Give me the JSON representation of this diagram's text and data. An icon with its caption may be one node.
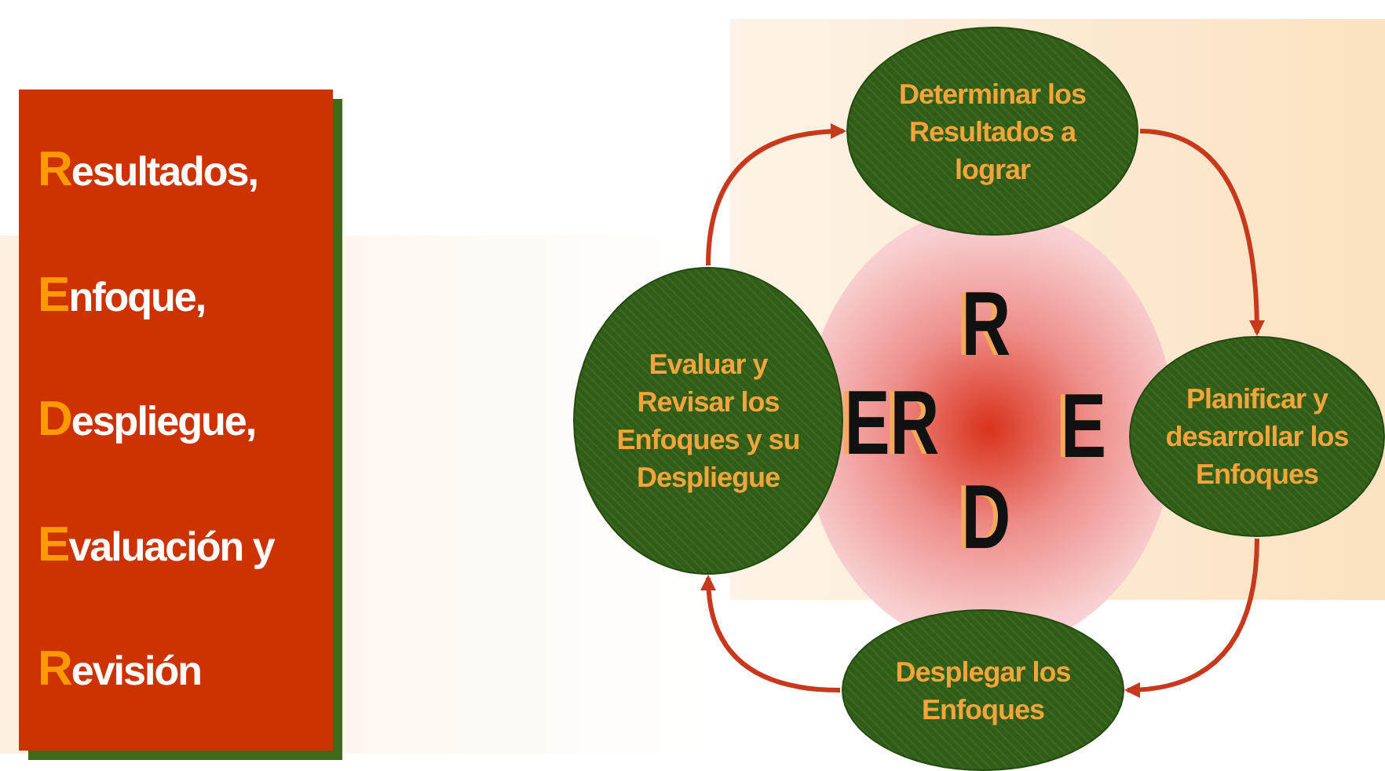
{
  "diagram": {
    "nodes": [
      {
        "text": [
          "Resultados,",
          "Enfoque,",
          "Despliegue,",
          "Evaluación y",
          "Revisión"
        ]
      },
      {
        "text": [
          "Determinar los Resultados a lograr"
        ]
      },
      {
        "text": [
          "Planificar y desarrollar los Enfoques"
        ]
      },
      {
        "text": [
          "Desplegar los Enfoques"
        ]
      },
      {
        "text": [
          "Evaluar y Revisar los Enfoques y su Despliegue"
        ]
      }
    ],
    "edges": [
      {
        "from": 1,
        "to": 2,
        "arrow": "to"
      },
      {
        "from": 2,
        "to": 3,
        "arrow": "to"
      },
      {
        "from": 3,
        "to": 4,
        "arrow": "to"
      },
      {
        "from": 4,
        "to": 1,
        "arrow": "to"
      }
    ],
    "labels": [
      "R",
      "ER",
      "E",
      "D"
    ]
  }
}
